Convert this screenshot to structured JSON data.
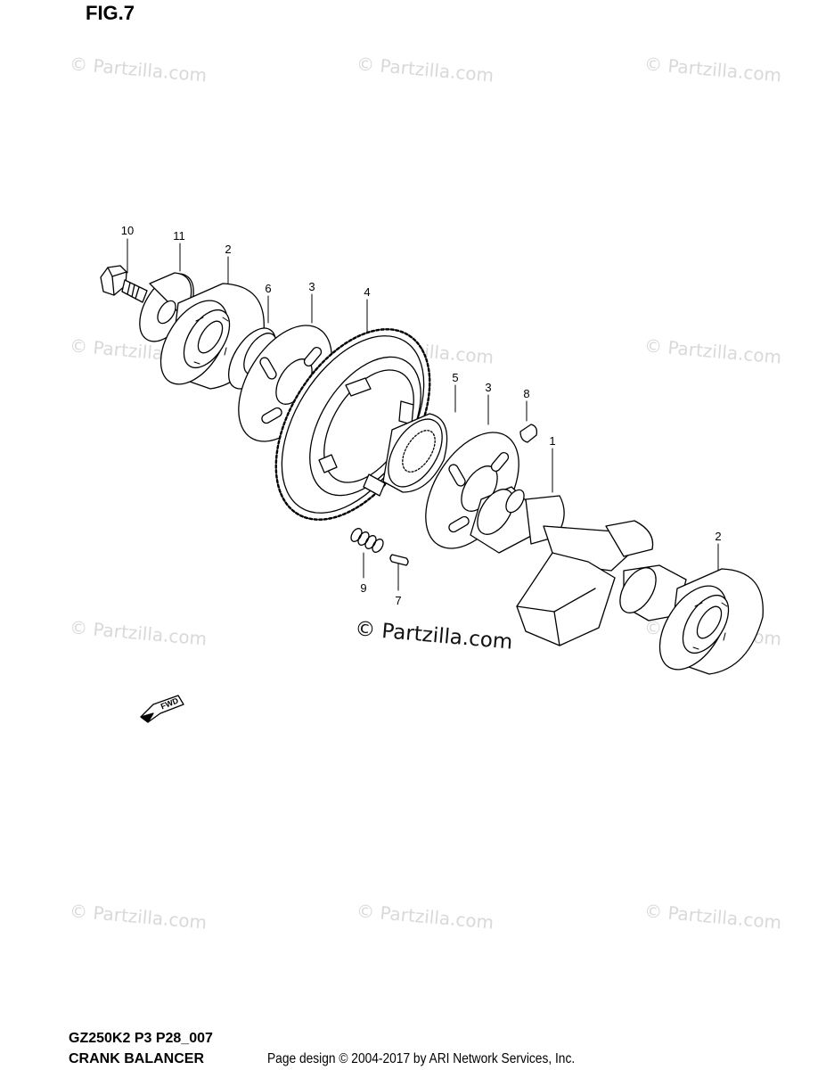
{
  "figure": {
    "title": "FIG.7"
  },
  "watermark": {
    "text": "© Partzilla.com"
  },
  "center_watermark": {
    "text": "© Partzilla.com"
  },
  "callouts": [
    {
      "id": "10",
      "label": "10"
    },
    {
      "id": "11",
      "label": "11"
    },
    {
      "id": "2a",
      "label": "2"
    },
    {
      "id": "6",
      "label": "6"
    },
    {
      "id": "3a",
      "label": "3"
    },
    {
      "id": "4",
      "label": "4"
    },
    {
      "id": "5",
      "label": "5"
    },
    {
      "id": "3b",
      "label": "3"
    },
    {
      "id": "8",
      "label": "8"
    },
    {
      "id": "1",
      "label": "1"
    },
    {
      "id": "2b",
      "label": "2"
    },
    {
      "id": "9",
      "label": "9"
    },
    {
      "id": "7",
      "label": "7"
    }
  ],
  "fwd_arrow": {
    "label": "FWD"
  },
  "footer": {
    "model_code": "GZ250K2 P3 P28_007",
    "section_name": "CRANK BALANCER",
    "credit": "Page design © 2004-2017 by ARI Network Services, Inc."
  }
}
